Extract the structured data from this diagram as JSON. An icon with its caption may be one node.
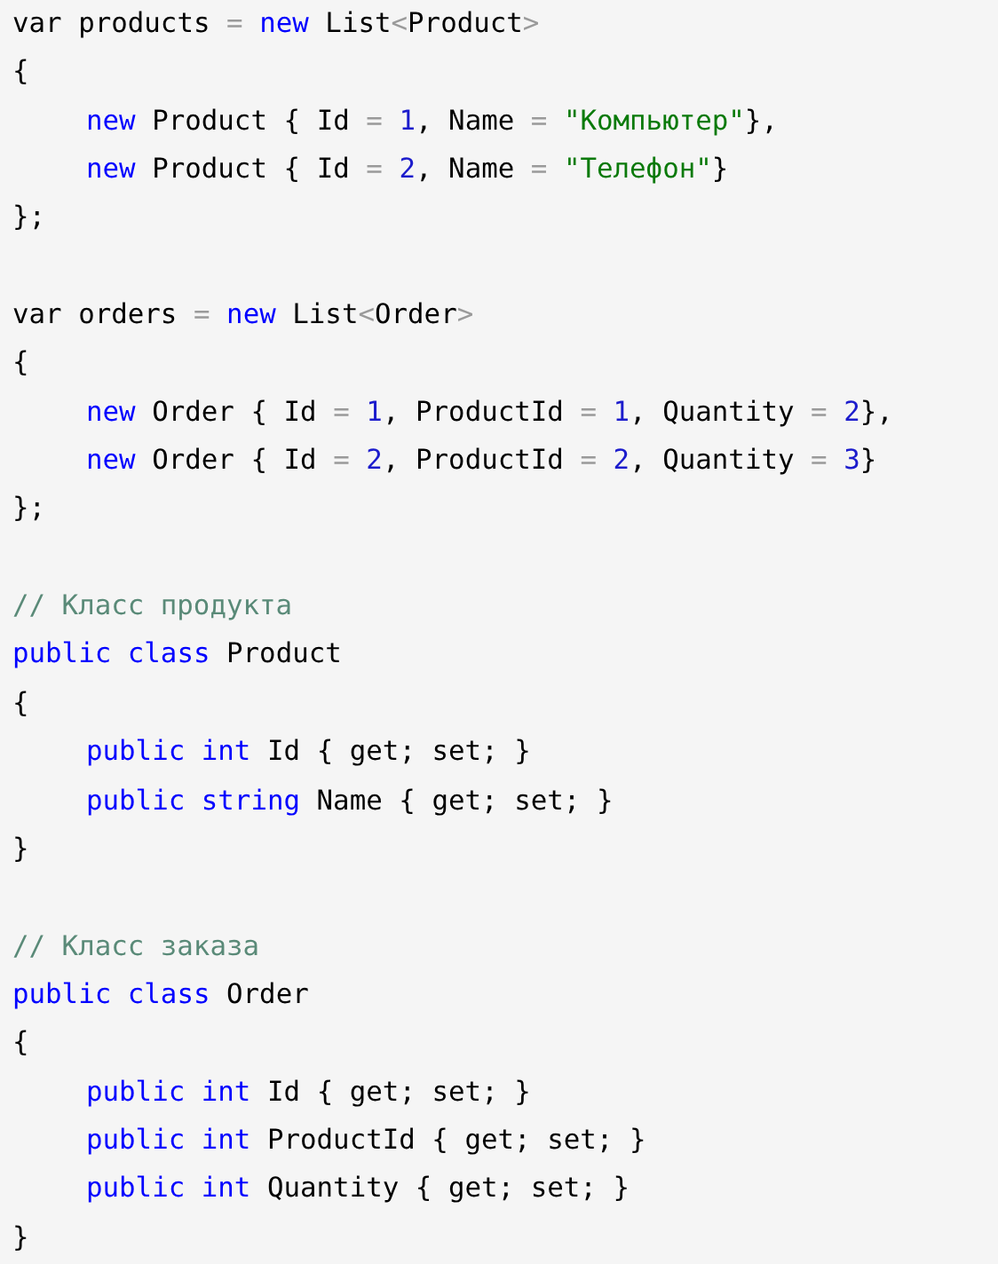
{
  "diagram": {
    "labels": [
      "var products = new List<Product>",
      "{",
      "new Product { Id = 1, Name = \"Компьютер\"},",
      "new Product { Id = 2, Name = \"Телефон\"}",
      "};",
      "var orders = new List<Order>",
      "{",
      "new Order { Id = 1, ProductId = 1, Quantity = 2},",
      "new Order { Id = 2, ProductId = 2, Quantity = 3}",
      "};",
      "// Класс продукта",
      "public class Product",
      "{",
      "public int Id { get; set; }",
      "public string Name { get; set; }",
      "}",
      "// Класс заказа",
      "public class Order",
      "{",
      "public int Id { get; set; }",
      "public int ProductId { get; set; }",
      "public int Quantity { get; set; }",
      "}"
    ]
  }
}
